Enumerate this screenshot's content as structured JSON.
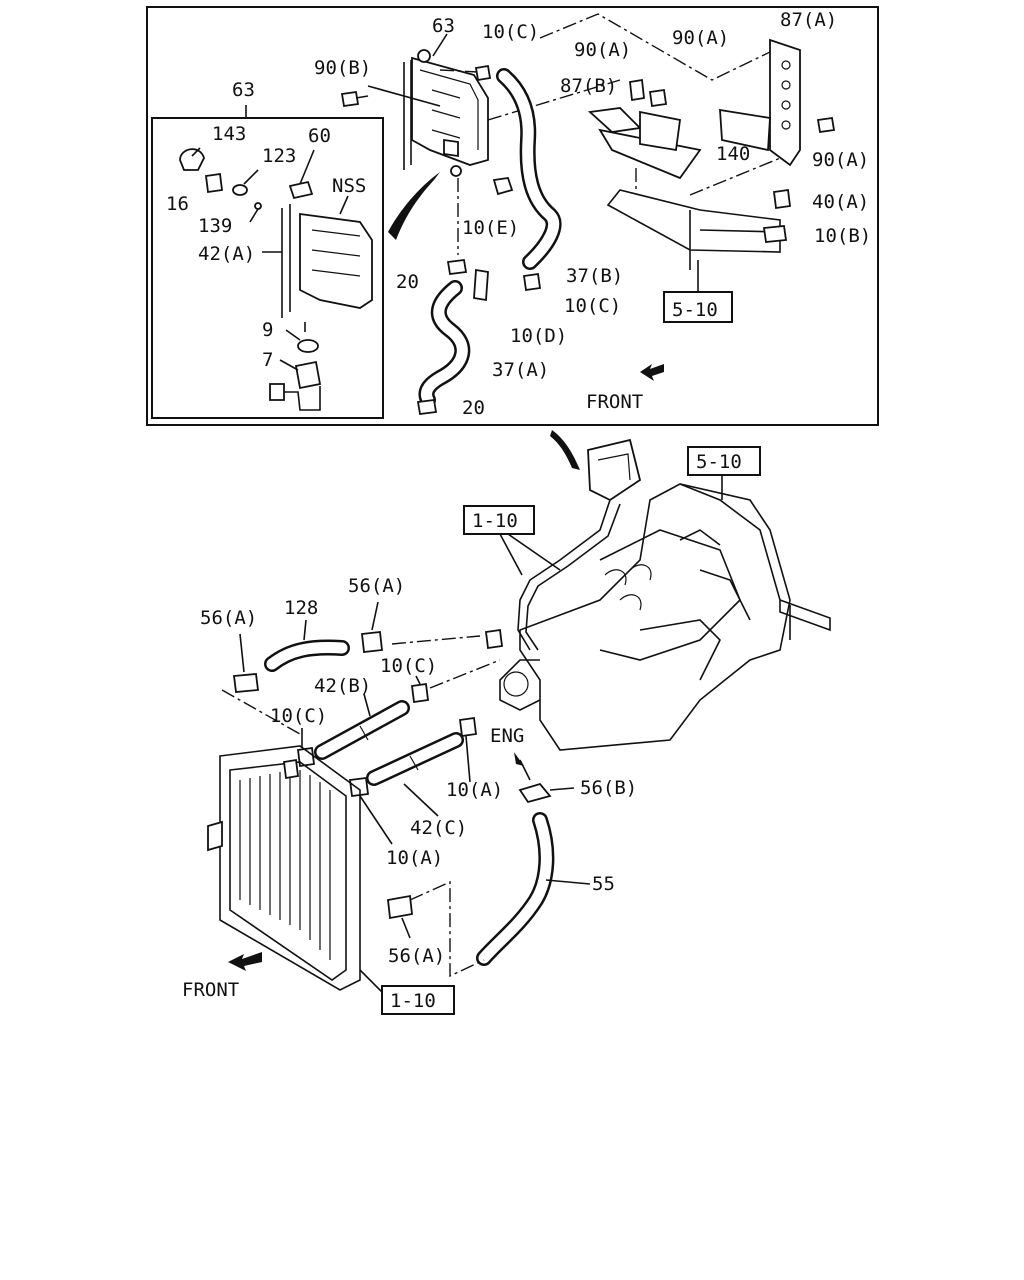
{
  "upper_inset": {
    "labels": {
      "p63_top": "63",
      "p10c_top": "10(C)",
      "p90b": "90(B)",
      "p90a_left": "90(A)",
      "p90a_mid": "90(A)",
      "p87a": "87(A)",
      "p87b": "87(B)",
      "p90a_right": "90(A)",
      "p140": "140",
      "p40a": "40(A)",
      "p10b": "10(B)",
      "p10e": "10(E)",
      "p37b": "37(B)",
      "p20_mid": "20",
      "p10c_mid": "10(C)",
      "p10d": "10(D)",
      "p37a": "37(A)",
      "p20_low": "20",
      "ref_5_10": "5-10",
      "front": "FRONT"
    },
    "sub_inset": {
      "labels": {
        "p63": "63",
        "p143": "143",
        "p60": "60",
        "p123": "123",
        "p16": "16",
        "nss": "NSS",
        "p139": "139",
        "p42a": "42(A)",
        "p9": "9",
        "p7": "7"
      }
    }
  },
  "lower_view": {
    "labels": {
      "ref_5_10": "5-10",
      "ref_1_10_top": "1-10",
      "p56a_left": "56(A)",
      "p128": "128",
      "p56a_right": "56(A)",
      "p10c_a": "10(C)",
      "p42b": "42(B)",
      "p10c_b": "10(C)",
      "eng": "ENG",
      "p56b": "56(B)",
      "p10a_a": "10(A)",
      "p42c": "42(C)",
      "p10a_b": "10(A)",
      "p55": "55",
      "p56a_bottom": "56(A)",
      "front": "FRONT",
      "ref_1_10_bottom": "1-10"
    }
  }
}
